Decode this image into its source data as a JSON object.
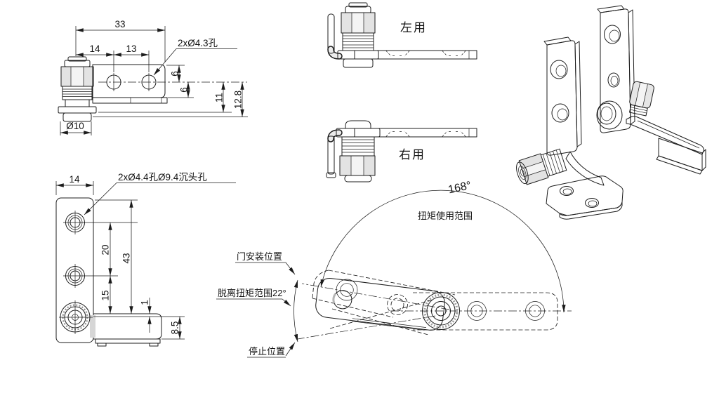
{
  "top_view": {
    "dim_33": "33",
    "dim_14": "14",
    "dim_13": "13",
    "hole_label": "2xØ4.3孔",
    "dim_6_top": "6",
    "dim_6_bottom": "6",
    "dim_11": "11",
    "dim_12_8": "12.8",
    "dim_diameter_10": "Ø10"
  },
  "front_view": {
    "dim_14": "14",
    "hole_label": "2xØ4.4孔Ø9.4沉头孔",
    "dim_20": "20",
    "dim_43": "43",
    "dim_15": "15",
    "dim_1": "1",
    "dim_8_5": "8.5"
  },
  "orientation_views": {
    "left_use": "左用",
    "right_use": "右用"
  },
  "torque_diagram": {
    "swing_angle": "168°",
    "torque_range": "扭矩使用范围",
    "door_mount_position": "门安装位置",
    "release_torque_range": "脱离扭矩范围22°",
    "stop_position": "停止位置"
  },
  "colors": {
    "line": "#1c1c1c",
    "part_fill": "#d6d6d6",
    "light_fill": "#ececec",
    "edge_tint": "#d9d0de",
    "background": "#ffffff"
  }
}
